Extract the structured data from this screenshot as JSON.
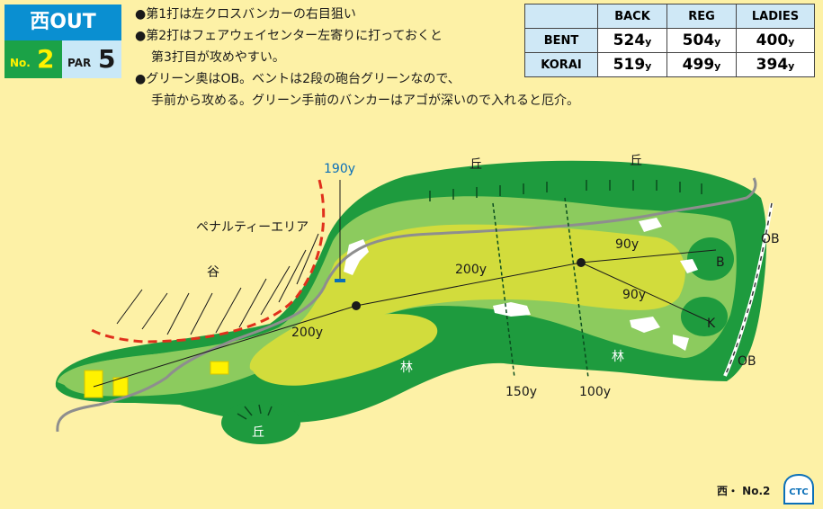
{
  "header": {
    "course": "西OUT",
    "hole_prefix": "No.",
    "hole_number": "2",
    "par_label": "PAR",
    "par_value": "5"
  },
  "notes": [
    "●第1打は左クロスバンカーの右目狙い",
    "●第2打はフェアウェイセンター左寄りに打っておくと",
    "第3打目が攻めやすい。",
    "●グリーン奥はOB。ベントは2段の砲台グリーンなので、",
    "手前から攻める。グリーン手前のバンカーはアゴが深いので入れると厄介。"
  ],
  "yardage": {
    "columns": [
      "BACK",
      "REG",
      "LADIES"
    ],
    "unit": "y",
    "rows": [
      {
        "label": "BENT",
        "values": [
          "524",
          "504",
          "400"
        ]
      },
      {
        "label": "KORAI",
        "values": [
          "519",
          "499",
          "394"
        ]
      }
    ]
  },
  "map": {
    "labels": {
      "penalty_dist": "190y",
      "penalty_area": "ペナルティーエリア",
      "valley": "谷",
      "hill_top_left": "丘",
      "hill_top_right": "丘",
      "hill_bottom": "丘",
      "forest_left": "林",
      "forest_right": "林",
      "ob_top": "OB",
      "ob_bottom": "OB",
      "green_b": "B",
      "green_k": "K",
      "tee_dist": "200y",
      "mid_dist": "200y",
      "b_dist": "90y",
      "k_dist": "90y",
      "marker_150": "150y",
      "marker_100": "100y"
    }
  },
  "footer": {
    "text": "西・ No.2"
  },
  "logo": {
    "text": "CTC"
  }
}
